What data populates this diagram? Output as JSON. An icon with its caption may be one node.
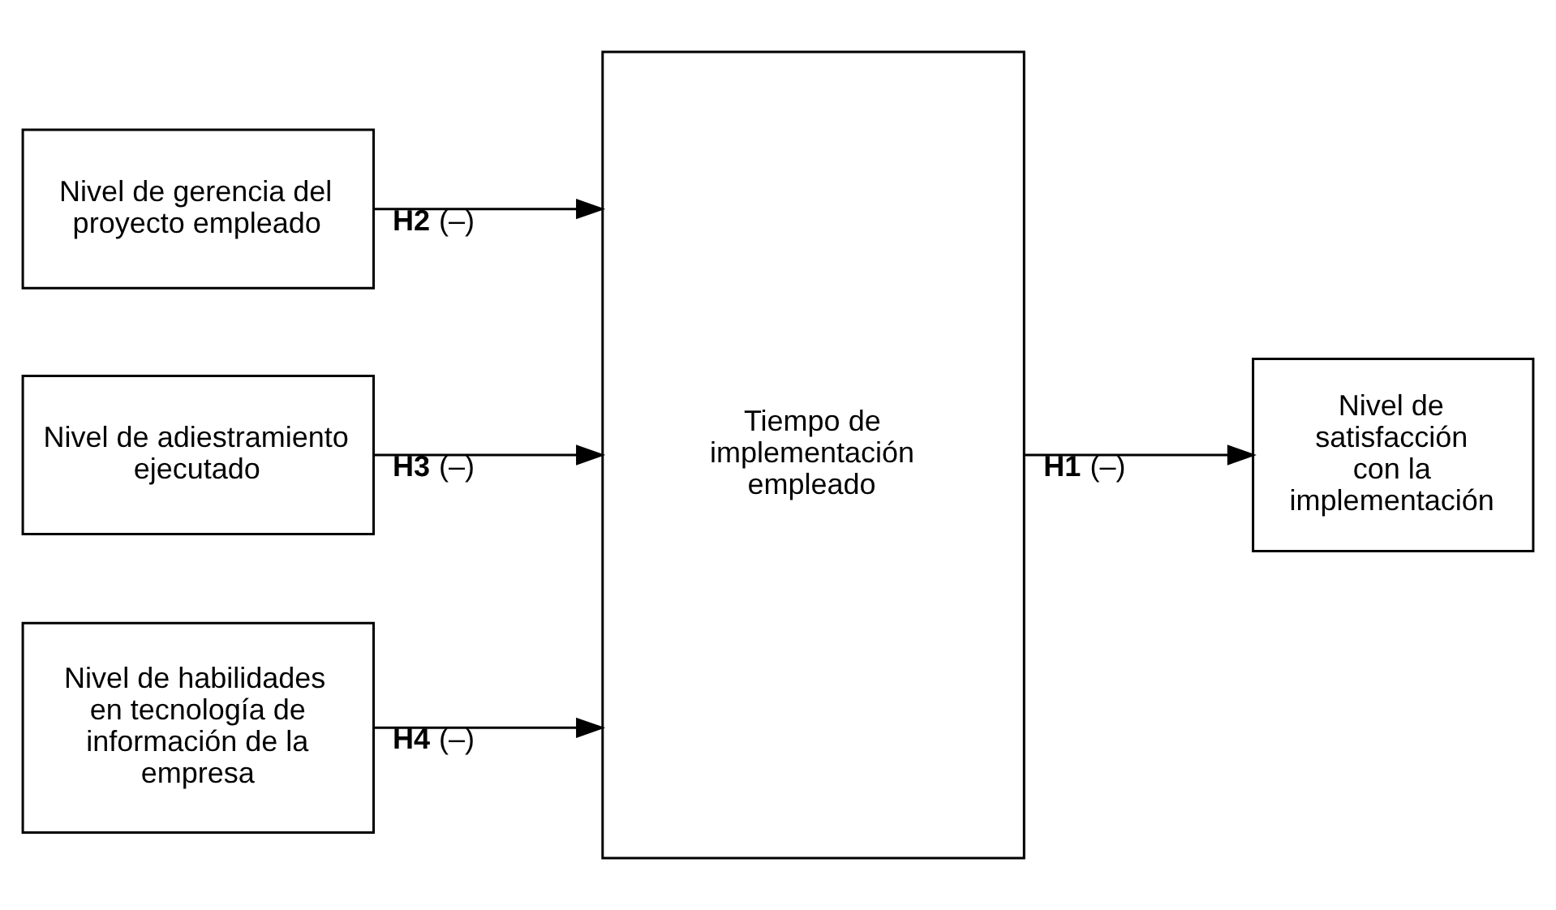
{
  "diagram": {
    "nodes": [
      {
        "text": [
          "Nivel de gerencia del proyecto empleado"
        ]
      },
      {
        "text": [
          "Nivel de adiestramiento ejecutado"
        ]
      },
      {
        "text": [
          "Nivel de habilidades en tecnología de información de la empresa"
        ]
      },
      {
        "text": [
          "Tiempo de implementación empleado"
        ]
      },
      {
        "text": [
          "Nivel de satisfacción con la implementación"
        ]
      }
    ],
    "edges": [
      {
        "from": 0,
        "to": 3,
        "arrow": "to",
        "label": "**H2** (–)"
      },
      {
        "from": 1,
        "to": 3,
        "arrow": "to",
        "label": "**H3** (–)"
      },
      {
        "from": 2,
        "to": 3,
        "arrow": "to",
        "label": "**H4** (–)"
      },
      {
        "from": 3,
        "to": 4,
        "arrow": "to",
        "label": "**H1** (–)"
      }
    ]
  }
}
